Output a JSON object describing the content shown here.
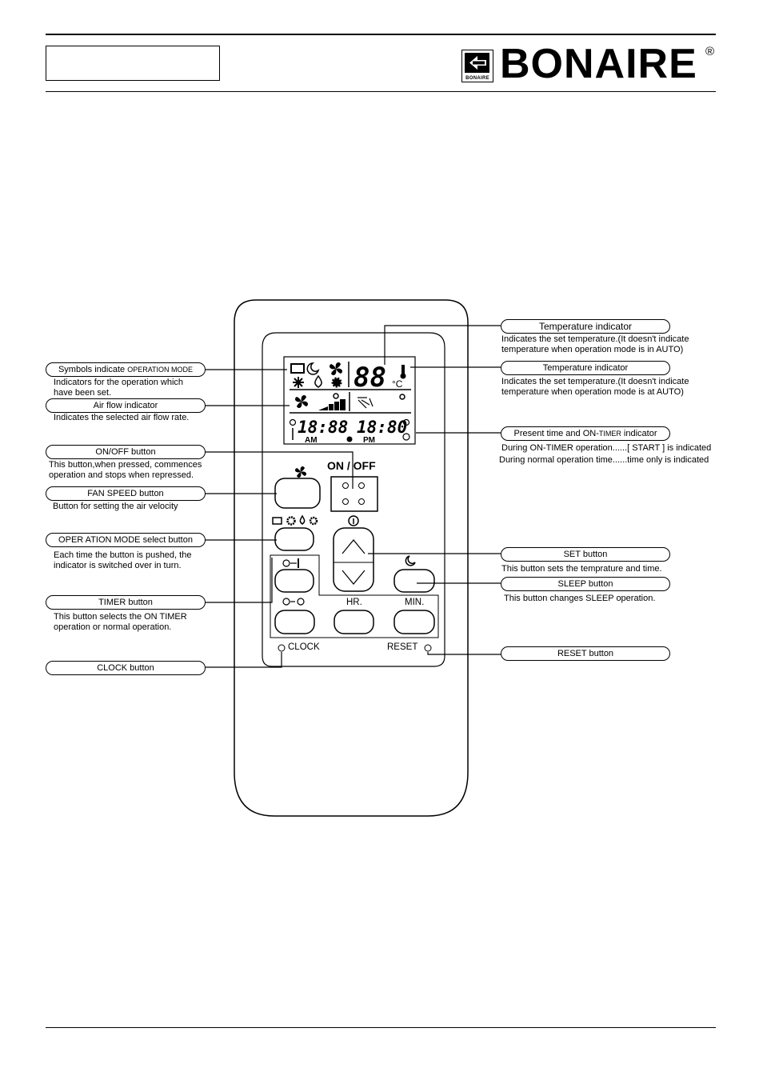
{
  "header": {
    "brand": "BONAIRE",
    "brand_small": "BONAIRE",
    "registered": "®"
  },
  "remote": {
    "on_off_label": "ON / OFF",
    "hr_label": "HR.",
    "min_label": "MIN.",
    "clock_label": "CLOCK",
    "reset_label": "RESET",
    "lcd_temp": "88",
    "lcd_celsius": "°C",
    "lcd_time_left": "18:88",
    "lcd_time_right": "18:80",
    "lcd_am": "AM",
    "lcd_pm": "PM"
  },
  "callouts_left": [
    {
      "title_prefix": "Symbols indicate ",
      "title_small": "OPERATION MODE",
      "desc": [
        "Indicators for the operation which",
        "have been set."
      ]
    },
    {
      "title": "Air flow indicator",
      "desc": [
        "Indicates the selected air flow rate."
      ]
    },
    {
      "title": "ON/OFF button",
      "desc": [
        "This button,when pressed, commences",
        "operation and stops when repressed."
      ]
    },
    {
      "title": "FAN SPEED button",
      "desc": [
        "Button for setting the air velocity"
      ]
    },
    {
      "title": "OPER ATION MODE select button",
      "desc": [
        "Each time the button is pushed, the",
        "indicator is switched over in turn."
      ]
    },
    {
      "title": "TIMER button",
      "desc": [
        "This button selects the ON TIMER",
        "operation or normal operation."
      ]
    },
    {
      "title": "CLOCK button",
      "desc": []
    }
  ],
  "callouts_right": [
    {
      "title": "Temperature indicator",
      "desc": [
        "Indicates the set temperature.(It doesn't indicate",
        "temperature when operation mode is in AUTO)"
      ]
    },
    {
      "title": "Temperature indicator",
      "desc": [
        "Indicates the set temperature.(It doesn't indicate",
        "temperature when operation mode is at AUTO)"
      ]
    },
    {
      "title_prefix": "Present time and ON-",
      "title_small": "TIMER",
      "title_suffix": " indicator",
      "desc": [
        "During ON-TIMER operation......[ START ] is indicated",
        "During normal operation time......time only is indicated"
      ]
    },
    {
      "title": "SET button",
      "desc": [
        "This button sets the temprature and time."
      ]
    },
    {
      "title": "SLEEP button",
      "desc": [
        "This button changes SLEEP operation."
      ]
    },
    {
      "title": "RESET button",
      "desc": []
    }
  ]
}
